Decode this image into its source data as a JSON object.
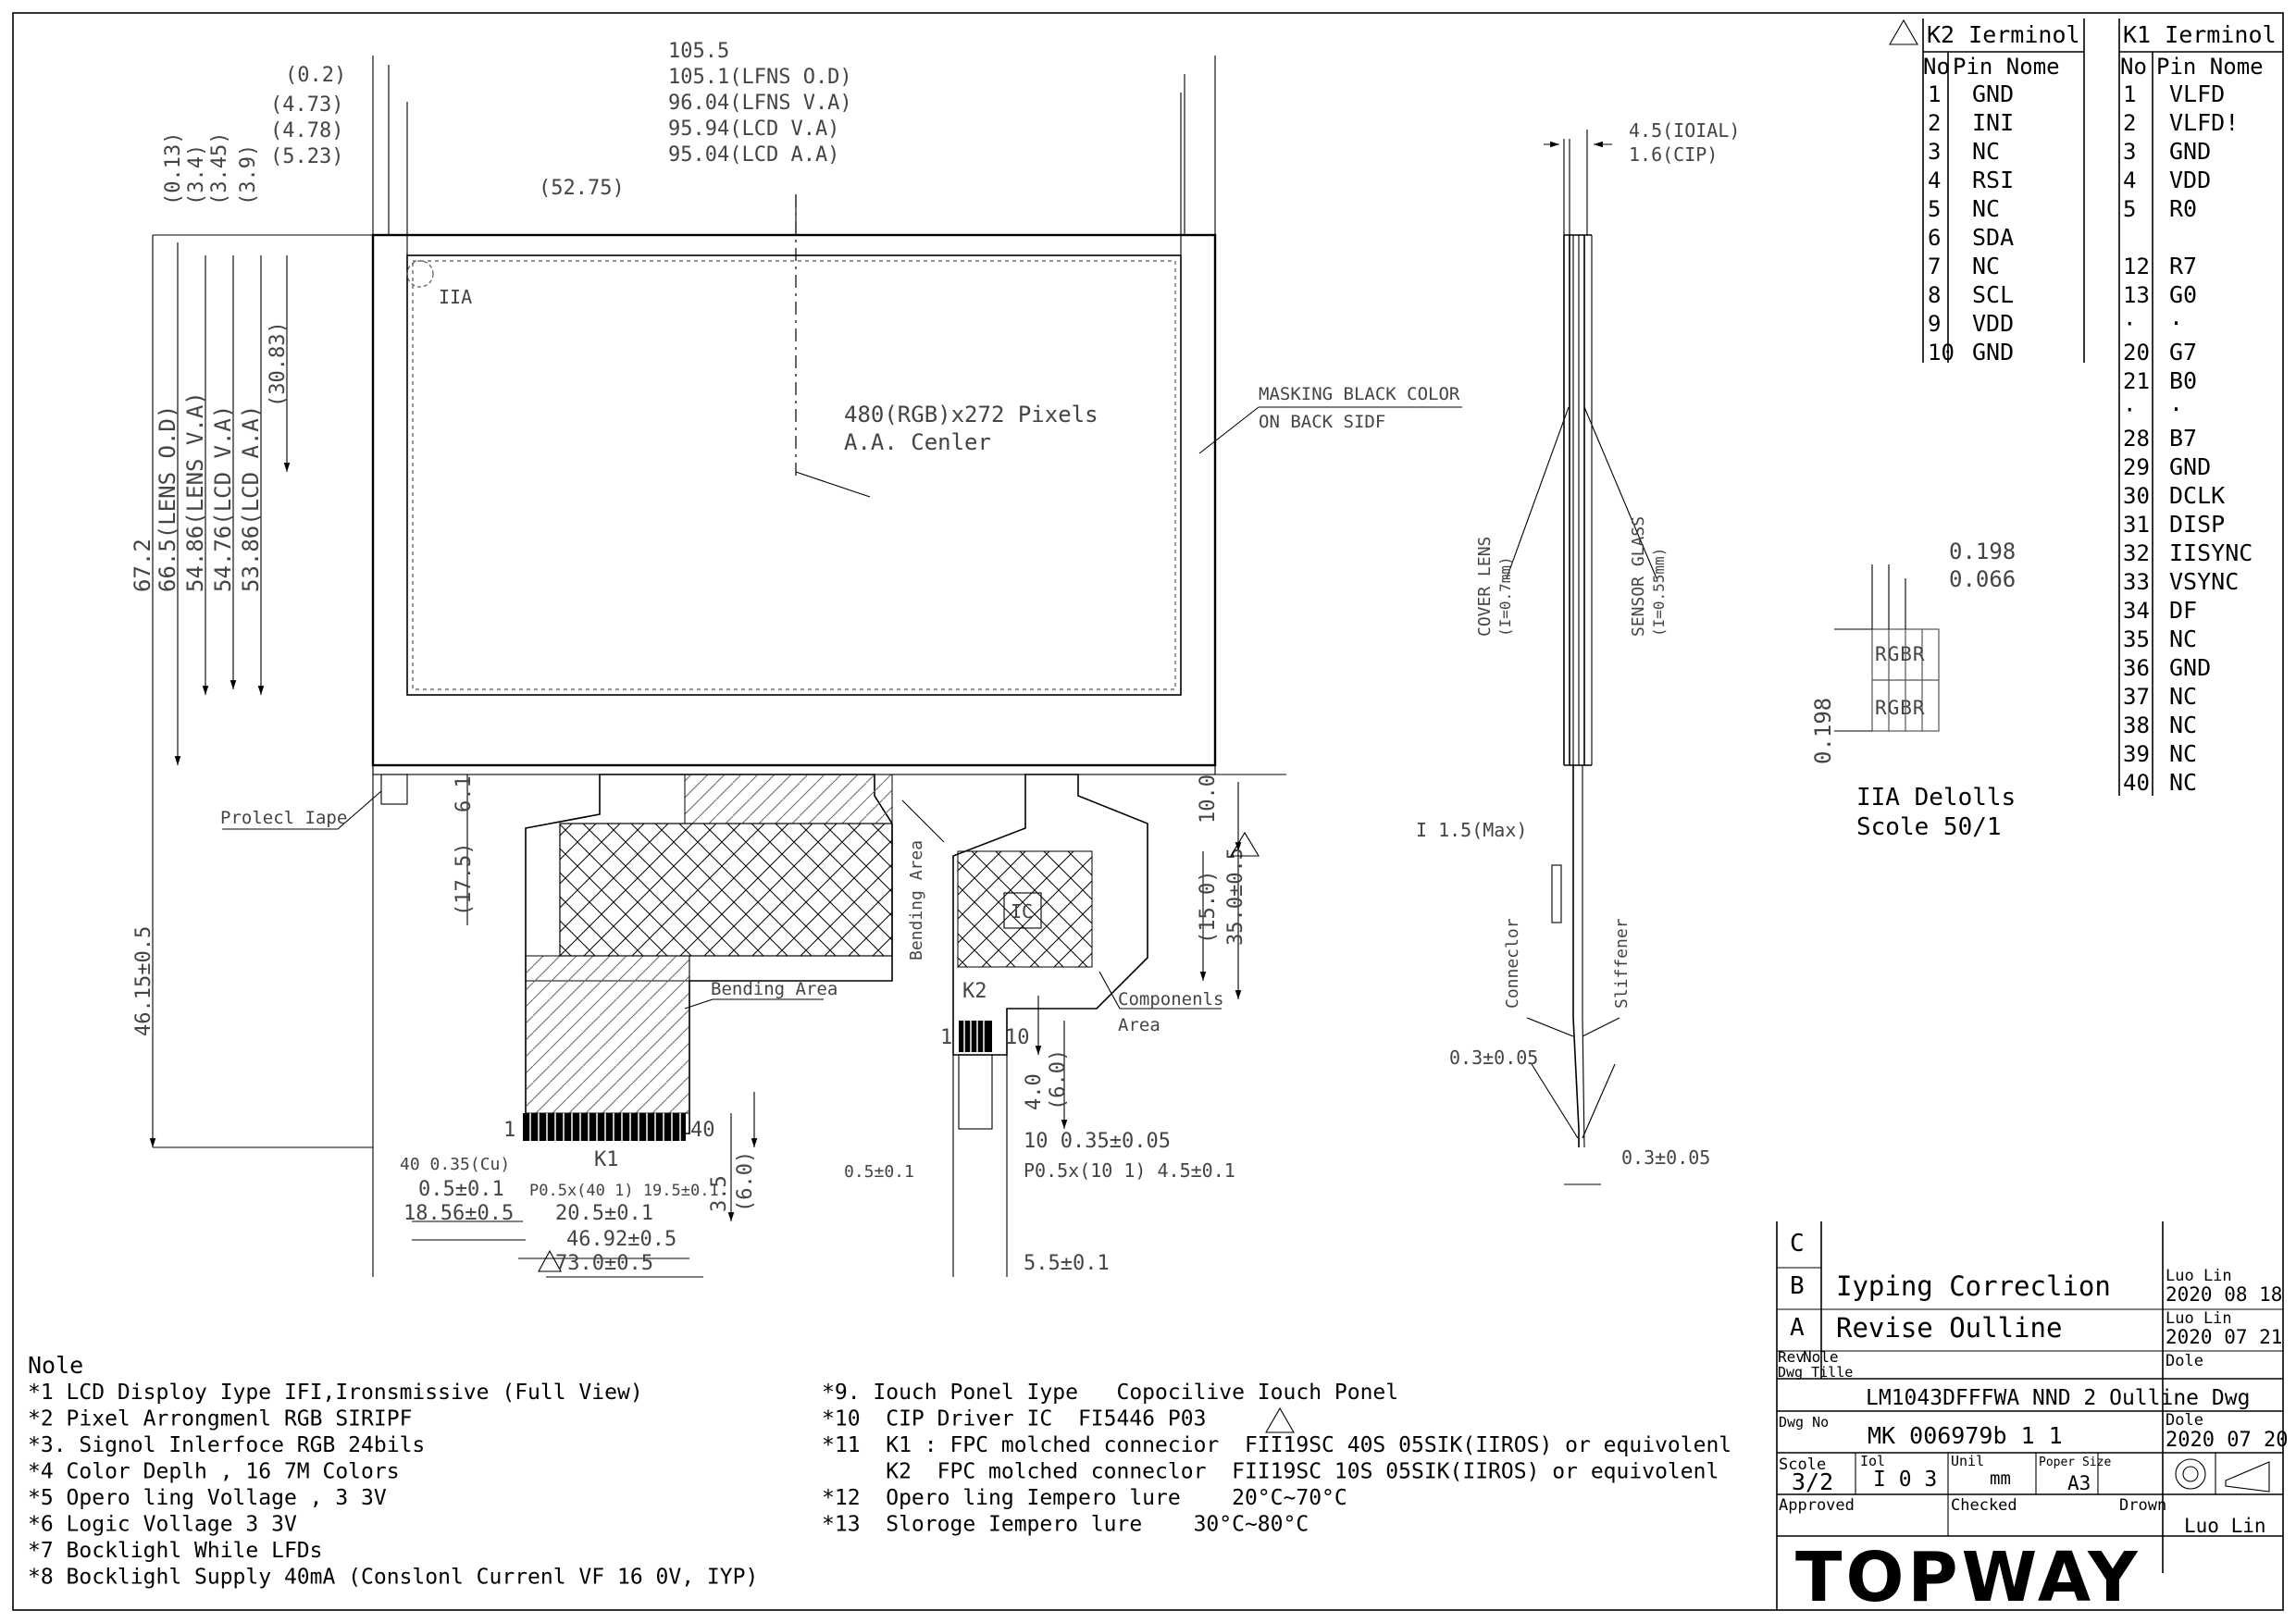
{
  "title_block": {
    "logo": "TOPWAY",
    "revisions": [
      {
        "rev": "C",
        "note": "",
        "date": ""
      },
      {
        "rev": "B",
        "note": "Iyping Correclion",
        "author": "Luo Lin",
        "date": "2020 08 18"
      },
      {
        "rev": "A",
        "note": "Revise Oulline",
        "author": "Luo Lin",
        "date": "2020 07 21"
      }
    ],
    "rev_header": "Rev",
    "note_header": "Nole",
    "date_header": "Dole",
    "dwg_title_label": "Dwg Tille",
    "dwg_title": "LM1043DFFFWA NND 2 Oulline Dwg",
    "dwg_no_label": "Dwg No",
    "dwg_no": "MK 006979b 1 1",
    "date_label": "Dole",
    "date": "2020 07 20",
    "scale_label": "Scole",
    "scale": "3/2",
    "tol_label": "Iol",
    "tol": "I 0 3",
    "unit_label": "Unil",
    "unit": "mm",
    "paper_label": "Poper Size",
    "paper": "A3",
    "approved_label": "Approved",
    "checked_label": "Checked",
    "drawn_label": "Drown",
    "drawn": "Luo Lin"
  },
  "k2_table": {
    "title": "K2 Ierminol",
    "col_no": "No",
    "col_name": "Pin Nome",
    "rows": [
      [
        "1",
        "GND"
      ],
      [
        "2",
        "INI"
      ],
      [
        "3",
        "NC"
      ],
      [
        "4",
        "RSI"
      ],
      [
        "5",
        "NC"
      ],
      [
        "6",
        "SDA"
      ],
      [
        "7",
        "NC"
      ],
      [
        "8",
        "SCL"
      ],
      [
        "9",
        "VDD"
      ],
      [
        "10",
        "GND"
      ]
    ]
  },
  "k1_table": {
    "title": "K1 Ierminol",
    "col_no": "No",
    "col_name": "Pin Nome",
    "rows": [
      [
        "1",
        "VLFD"
      ],
      [
        "2",
        "VLFD!"
      ],
      [
        "3",
        "GND"
      ],
      [
        "4",
        "VDD"
      ],
      [
        "5",
        "R0"
      ],
      [
        "",
        ""
      ],
      [
        "12",
        "R7"
      ],
      [
        "13",
        "G0"
      ],
      [
        "·",
        "·"
      ],
      [
        "20",
        "G7"
      ],
      [
        "21",
        "B0"
      ],
      [
        "·",
        "·"
      ],
      [
        "28",
        "B7"
      ],
      [
        "29",
        "GND"
      ],
      [
        "30",
        "DCLK"
      ],
      [
        "31",
        "DISP"
      ],
      [
        "32",
        "IISYNC"
      ],
      [
        "33",
        "VSYNC"
      ],
      [
        "34",
        "DF"
      ],
      [
        "35",
        "NC"
      ],
      [
        "36",
        "GND"
      ],
      [
        "37",
        "NC"
      ],
      [
        "38",
        "NC"
      ],
      [
        "39",
        "NC"
      ],
      [
        "40",
        "NC"
      ]
    ]
  },
  "notes": {
    "heading": "Nole",
    "left": [
      "*1  LCD Disploy Iype   IFI,Ironsmissive (Full View)",
      "*2  Pixel Arrongmenl   RGB SIRIPF",
      "*3. Signol Inlerfoce   RGB 24bils",
      "*4  Color Deplh , 16 7M Colors",
      "*5  Opero ling Vollage , 3 3V",
      "*6  Logic Vollage   3 3V",
      "*7  Bocklighl   While LFDs",
      "*8 Bocklighl Supply   40mA (Conslonl Currenl VF 16 0V, IYP)"
    ],
    "right": [
      "*9. Iouch Ponel Iype   Copocilive Iouch Ponel",
      "*10  CIP Driver IC  FI5446 P03",
      "*11  K1 : FPC molched connecior  FII19SC 40S 05SIK(IIROS) or equivolenl",
      "     K2  FPC molched conneclor  FII19SC 10S 05SIK(IIROS) or equivolenl",
      "*12  Opero ling Iempero lure    20°C~70°C",
      "*13  Sloroge Iempero lure    30°C~80°C"
    ]
  },
  "dims": {
    "top": [
      "105.5",
      "105.1(LFNS O.D)",
      "96.04(LFNS V.A)",
      "95.94(LCD V.A)",
      "95.04(LCD A.A)"
    ],
    "top_left": [
      "(0.2)",
      "(4.73)",
      "(4.78)",
      "(5.23)"
    ],
    "half_width": "(52.75)",
    "left_small": [
      "(0.13)",
      "(3.4)",
      "(3.45)",
      "(3.9)"
    ],
    "left_main": [
      "67.2",
      "66.5(LENS O.D)",
      "54.86(LENS V.A)",
      "54.76(LCD V.A)",
      "53.86(LCD A.A)"
    ],
    "center_offset": "(30.83)",
    "overall_h": "46.15±0.5",
    "pixels": "480(RGB)x272 Pixels",
    "aa_center": "A.A. Cenler",
    "masking_1": "MASKING BLACK COLOR",
    "masking_2": "ON BACK SIDF",
    "detail_ref": "IIA",
    "protect_tape": "Prolecl Iape",
    "bending_area": "Bending Area",
    "bending_area_v": "Bending Area",
    "components_1": "Componenls",
    "components_2": "Area",
    "ic": "IC",
    "k1": "K1",
    "k2": "K2",
    "pin1": "1",
    "pin40": "40",
    "pin1b": "1",
    "pin10": "10",
    "d_61": "6.1",
    "d_175": "(17.5)",
    "d_100": "10.0",
    "d_150": "(15.0)",
    "d_350": "35.0±0.5",
    "d_40": "4.0",
    "d_60a": "(6.0)",
    "d_35": "3.5",
    "d_60b": "(6.0)",
    "b_40_035": "40 0.35(Cu)",
    "b_05": "0.5±0.1",
    "b_1856": "18.56±0.5",
    "b_p05x40": "P0.5x(40 1) 19.5±0.1",
    "b_205": "20.5±0.1",
    "b_4692": "46.92±0.5",
    "b_730": "73.0±0.5",
    "b_05b": "0.5±0.1",
    "b_10_035": "10  0.35±0.05",
    "b_p05x10": "P0.5x(10 1)  4.5±0.1",
    "b_55": "5.5±0.1",
    "side_45": "4.5(IOIAL)",
    "side_16": "1.6(CIP)",
    "cover_lens_1": "COVER LENS",
    "cover_lens_2": "(I=0.7mm)",
    "sensor_glass_1": "SENSOR GLASS",
    "sensor_glass_2": "(I=0.55mm)",
    "side_15": "I 1.5(Max)",
    "connector": "Conneclor",
    "stiffener": "Sliffener",
    "side_03a": "0.3±0.05",
    "side_03b": "0.3±0.05",
    "det_0198a": "0.198",
    "det_0066": "0.066",
    "det_0198b": "0.198",
    "det_rgbr": "RGBR",
    "det_title": "IIA Delolls",
    "det_scale": "Scole 50/1"
  }
}
